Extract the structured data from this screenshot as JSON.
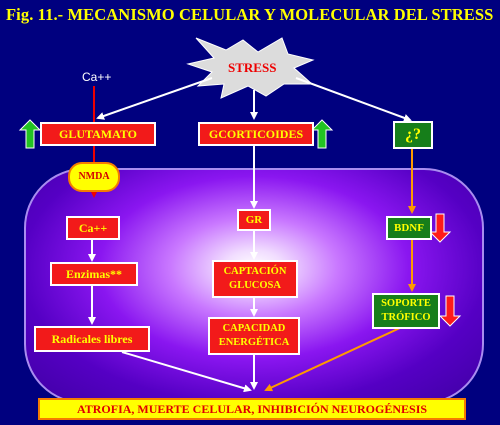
{
  "title": "Fig. 11.- MECANISMO CELULAR Y MOLECULAR DEL STRESS",
  "nodes": {
    "stress": "STRESS",
    "ca_outside": "Ca++",
    "glutamato": "GLUTAMATO",
    "gcorticoides": "GCORTICOIDES",
    "unknown": "¿?",
    "nmda": "NMDA",
    "ca_inside": "Ca++",
    "enzimas": "Enzimas**",
    "radicales": "Radicales libres",
    "gr": "GR",
    "captacion_line1": "CAPTACIÓN",
    "captacion_line2": "GLUCOSA",
    "capacidad_line1": "CAPACIDAD",
    "capacidad_line2": "ENERGÉTICA",
    "bdnf": "BDNF",
    "soporte_line1": "SOPORTE",
    "soporte_line2": "TRÓFICO",
    "outcome": "ATROFIA, MUERTE CELULAR, INHIBICIÓN NEUROGÉNESIS"
  },
  "indicators": {
    "glutamato": "up",
    "gcorticoides": "up",
    "bdnf": "down",
    "soporte": "down"
  },
  "colors": {
    "background": "#00007f",
    "title": "#ffff00",
    "box_red": "#f21a1a",
    "box_green": "#167e1a",
    "up_arrow": "#22c322",
    "down_arrow": "#ff1a1a",
    "flow_white": "#ffffff",
    "flow_orange": "#ff9a00",
    "flow_red": "#ee0000"
  }
}
